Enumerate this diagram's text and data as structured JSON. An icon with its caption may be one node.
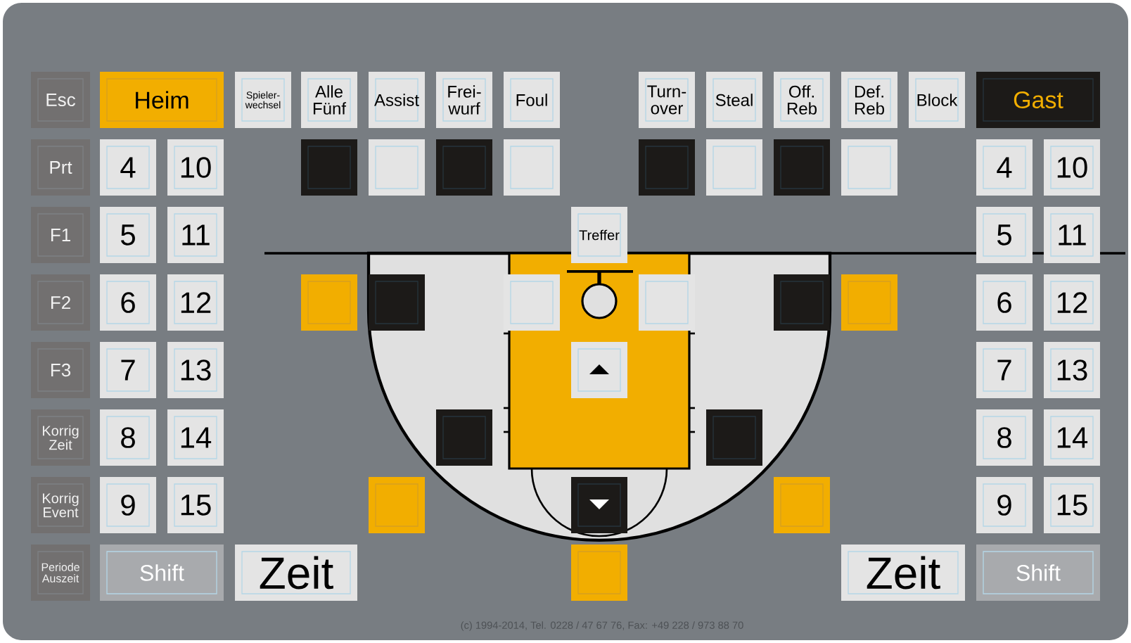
{
  "diagram": {
    "nodes": [
      {
        "text": [
          "Esc"
        ]
      },
      {
        "text": [
          "Heim"
        ]
      },
      {
        "text": [
          "Spieler- wechsel"
        ]
      },
      {
        "text": [
          "Alle Fünf"
        ]
      },
      {
        "text": [
          "Assist"
        ]
      },
      {
        "text": [
          "Frei- wurf"
        ]
      },
      {
        "text": [
          "Foul"
        ]
      },
      {
        "text": [
          "Turn- over"
        ]
      },
      {
        "text": [
          "Steal"
        ]
      },
      {
        "text": [
          "Off. Reb"
        ]
      },
      {
        "text": [
          "Def. Reb"
        ]
      },
      {
        "text": [
          "Block"
        ]
      },
      {
        "text": [
          "Gast"
        ]
      },
      {
        "text": [
          "Prt"
        ]
      },
      {
        "text": [
          "4"
        ]
      },
      {
        "text": [
          "10"
        ]
      },
      {
        "text": [],
        "shape": "box"
      },
      {
        "text": [],
        "shape": "box"
      },
      {
        "text": [],
        "shape": "box"
      },
      {
        "text": [],
        "shape": "box"
      },
      {
        "text": [],
        "shape": "box"
      },
      {
        "text": [],
        "shape": "box"
      },
      {
        "text": [],
        "shape": "box"
      },
      {
        "text": [],
        "shape": "box"
      },
      {
        "text": [
          "4"
        ]
      },
      {
        "text": [
          "10"
        ]
      },
      {
        "text": [
          "F1"
        ]
      },
      {
        "text": [
          "5"
        ]
      },
      {
        "text": [
          "11"
        ]
      },
      {
        "text": [
          "Treffer"
        ]
      },
      {
        "text": [
          "5"
        ]
      },
      {
        "text": [
          "11"
        ]
      },
      {
        "text": [
          "F2"
        ]
      },
      {
        "text": [
          "6"
        ]
      },
      {
        "text": [
          "12"
        ]
      },
      {
        "text": [],
        "shape": "box"
      },
      {
        "text": [],
        "shape": "box"
      },
      {
        "text": [],
        "shape": "box"
      },
      {
        "text": [],
        "shape": "box"
      },
      {
        "text": [],
        "shape": "box"
      },
      {
        "text": [],
        "shape": "box"
      },
      {
        "text": [
          "6"
        ]
      },
      {
        "text": [
          "12"
        ]
      },
      {
        "text": [
          "F3"
        ]
      },
      {
        "text": [
          "7"
        ]
      },
      {
        "text": [
          "13"
        ]
      },
      {
        "text": [],
        "shape": "box"
      },
      {
        "text": [
          "7"
        ]
      },
      {
        "text": [
          "13"
        ]
      },
      {
        "text": [
          "Korrig Zeit"
        ]
      },
      {
        "text": [
          "8"
        ]
      },
      {
        "text": [
          "14"
        ]
      },
      {
        "text": [],
        "shape": "box"
      },
      {
        "text": [],
        "shape": "box"
      },
      {
        "text": [
          "8"
        ]
      },
      {
        "text": [
          "14"
        ]
      },
      {
        "text": [
          "Korrig Event"
        ]
      },
      {
        "text": [
          "9"
        ]
      },
      {
        "text": [
          "15"
        ]
      },
      {
        "text": [],
        "shape": "box"
      },
      {
        "text": [],
        "shape": "box"
      },
      {
        "text": [],
        "shape": "box"
      },
      {
        "text": [
          "9"
        ]
      },
      {
        "text": [
          "15"
        ]
      },
      {
        "text": [
          "Periode Auszeit"
        ]
      },
      {
        "text": [
          "Shift"
        ]
      },
      {
        "text": [
          "Zeit"
        ]
      },
      {
        "text": [],
        "shape": "box"
      },
      {
        "text": [
          "Zeit"
        ]
      },
      {
        "text": [
          "Shift"
        ]
      }
    ],
    "labels": [
      "(c) 1994-2014, Tel. 0228 / 47 67 76, Fax: +49 228 / 973 88 70"
    ]
  }
}
